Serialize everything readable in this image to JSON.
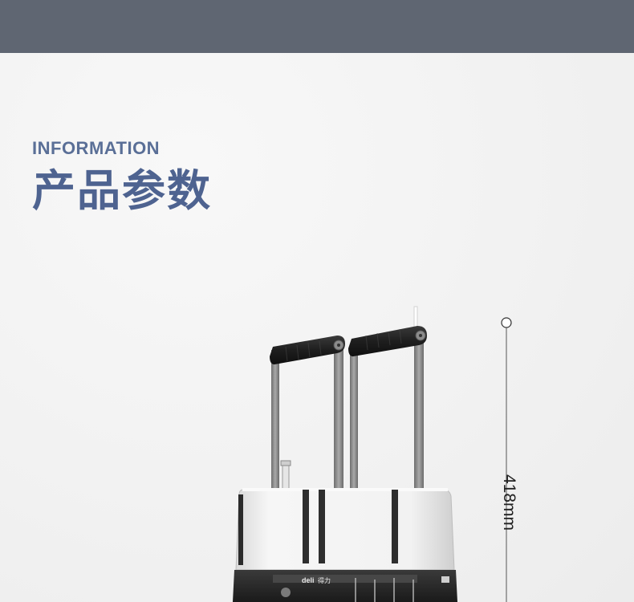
{
  "header": {
    "eyebrow": "INFORMATION",
    "title": "产品参数"
  },
  "product": {
    "brand_logo": "deli",
    "brand_cn": "得力",
    "icon": "binding-machine-illustration"
  },
  "dimension": {
    "height_label": "418mm"
  },
  "colors": {
    "top_band": "#5f6672",
    "title": "#4e6390",
    "eyebrow": "#5a6f97",
    "background": "#f4f4f4"
  }
}
